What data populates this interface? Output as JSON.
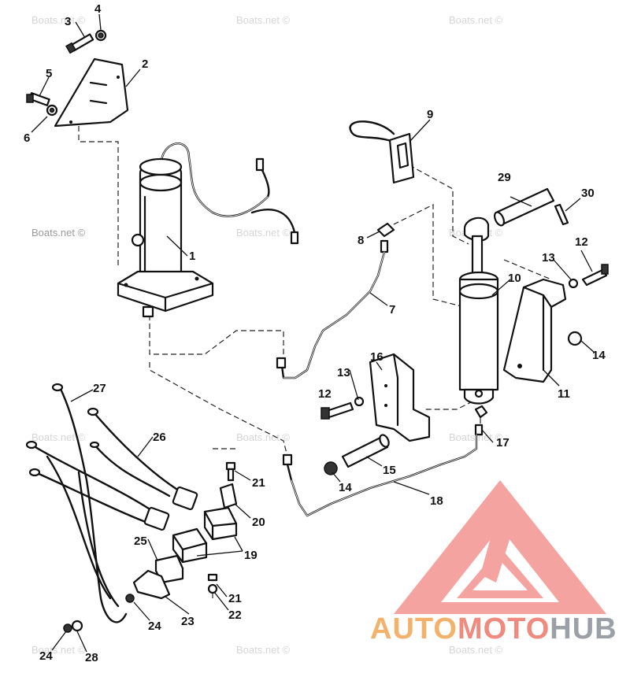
{
  "watermark": "Boats.net ©",
  "callouts": [
    "1",
    "2",
    "3",
    "4",
    "5",
    "6",
    "7",
    "8",
    "9",
    "10",
    "11",
    "12",
    "13",
    "14",
    "15",
    "16",
    "17",
    "18",
    "19",
    "20",
    "21",
    "22",
    "23",
    "24",
    "25",
    "26",
    "27",
    "28",
    "29",
    "30"
  ],
  "logo": {
    "part1": "AUTO",
    "part2": "MOTO",
    "part3": "HUB"
  },
  "colors": {
    "line": "#111111",
    "watermark": "#9a9a9a",
    "logo_triangle": "#f4a3a0",
    "logo_orange": "#f2b26b",
    "logo_gray": "#9aa0a6"
  }
}
